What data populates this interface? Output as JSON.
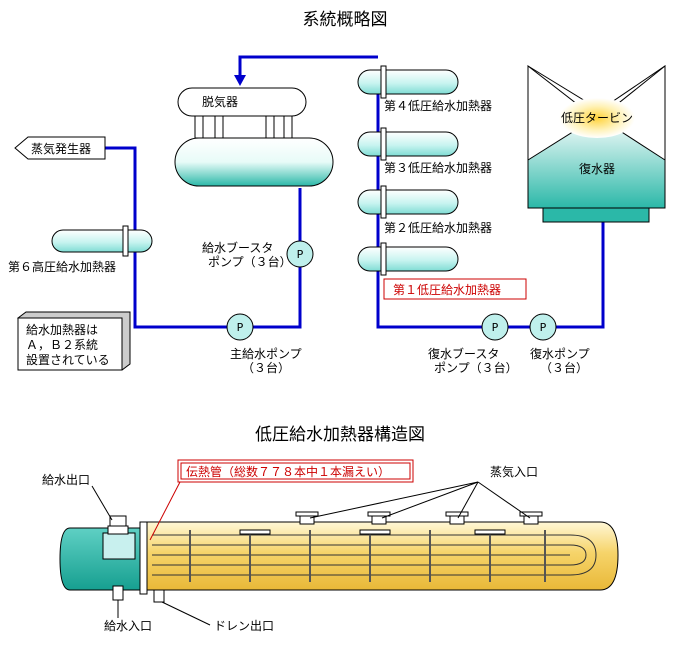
{
  "system": {
    "title": "系統概略図",
    "deaerator": "脱気器",
    "steam_generator": "蒸気発生器",
    "hp_heater6": "第６高圧給水加熱器",
    "lp_heater4": "第４低圧給水加熱器",
    "lp_heater3": "第３低圧給水加熱器",
    "lp_heater2": "第２低圧給水加熱器",
    "lp_heater1": "第１低圧給水加熱器",
    "lp_turbine": "低圧タービン",
    "condenser": "復水器",
    "pump_symbol": "P",
    "booster_pump": [
      "給水ブースタ",
      "ポンプ（３台）"
    ],
    "main_pump": [
      "主給水ポンプ",
      "（３台）"
    ],
    "cond_booster_pump": [
      "復水ブースタ",
      "ポンプ（３台）"
    ],
    "cond_pump": [
      "復水ポンプ",
      "（３台）"
    ],
    "note": [
      "給水加熱器は",
      "Ａ，Ｂ２系統",
      "設置されている"
    ]
  },
  "structure": {
    "title": "低圧給水加熱器構造図",
    "tube_label": "伝熱管（総数７７８本中１本漏えい）",
    "feed_outlet": "給水出口",
    "feed_inlet": "給水入口",
    "steam_inlet": "蒸気入口",
    "drain_outlet": "ドレン出口"
  },
  "colors": {
    "pipe": "#0000cc",
    "alert": "#cc0000",
    "vessel_cyan": "#2bb8a8",
    "shell_yellow": "#f3c94b"
  }
}
